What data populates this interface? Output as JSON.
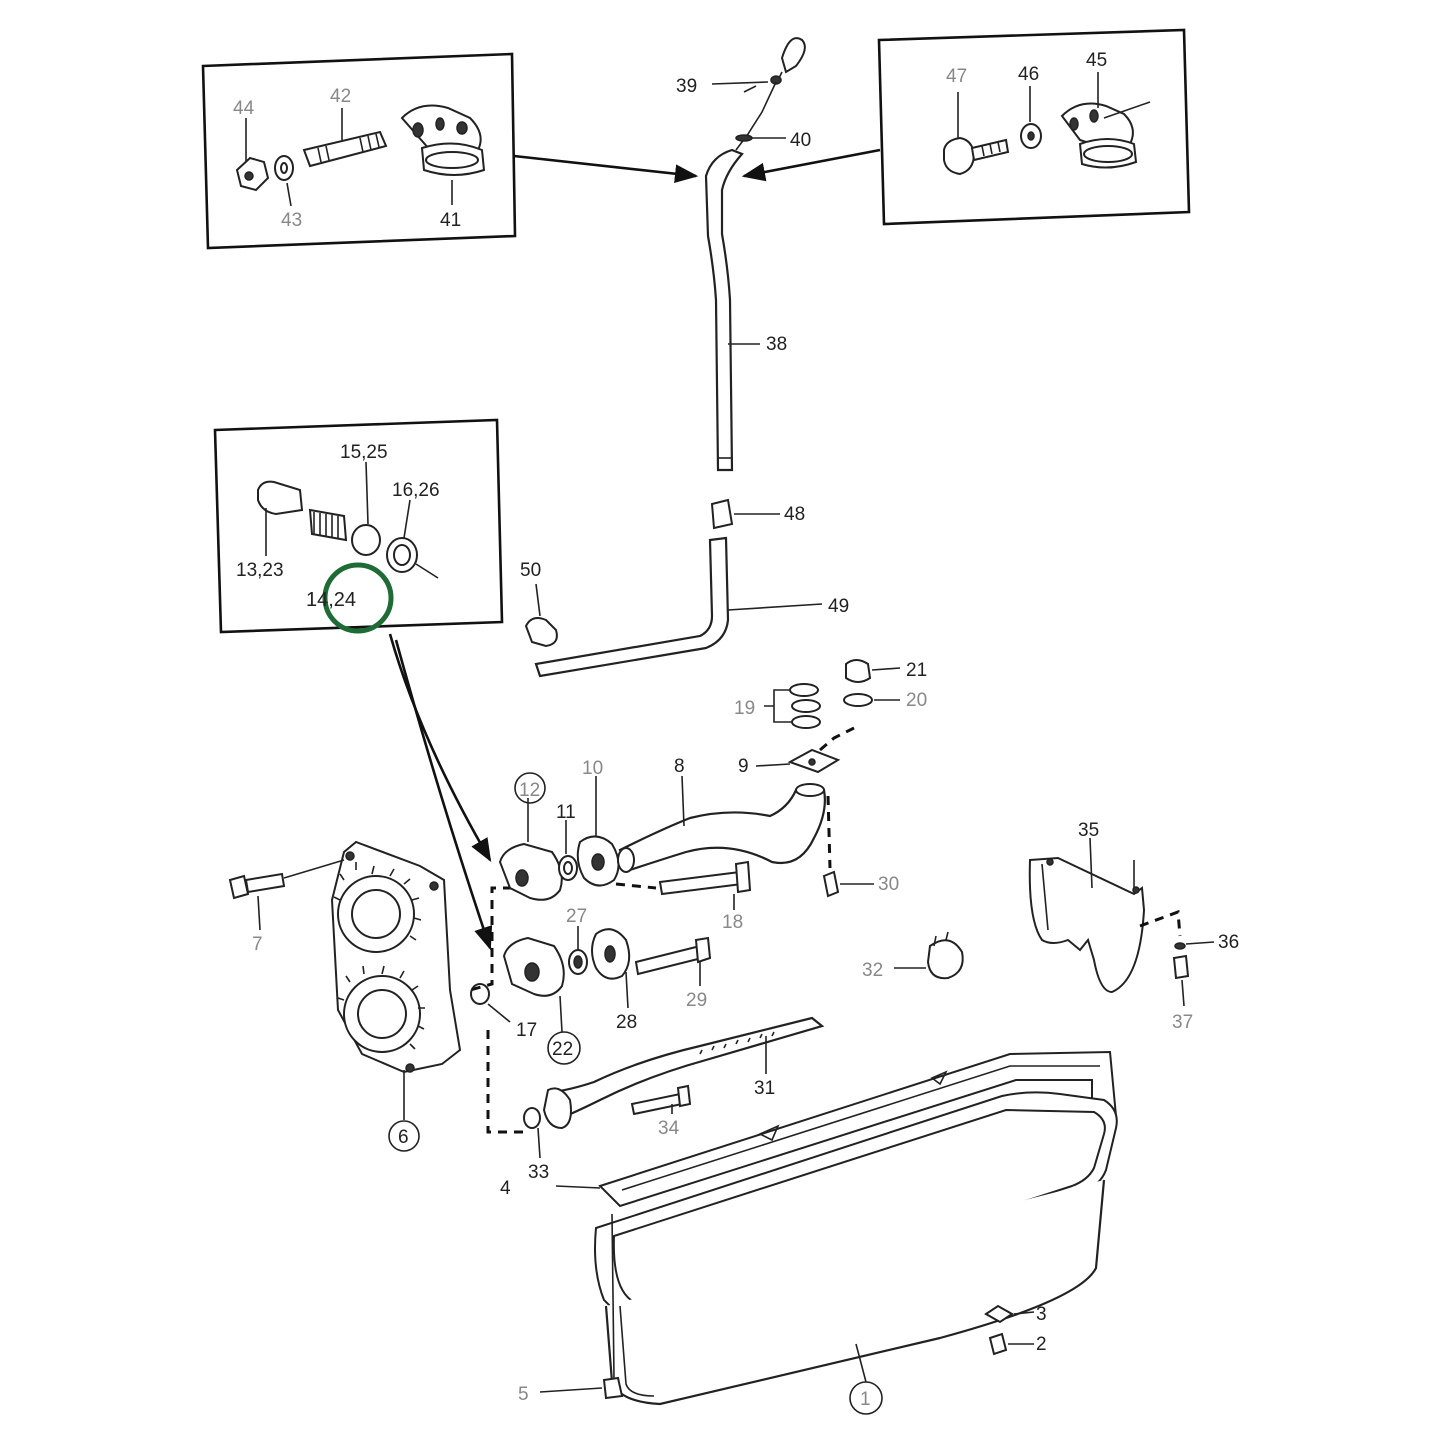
{
  "highlight": {
    "label": "14,24",
    "color": "#1f6b35"
  },
  "callouts": {
    "c1": "1",
    "c2": "2",
    "c3": "3",
    "c4": "4",
    "c5": "5",
    "c6": "6",
    "c7": "7",
    "c8": "8",
    "c9": "9",
    "c10": "10",
    "c11": "11",
    "c12": "12",
    "c13_23": "13,23",
    "c15_25": "15,25",
    "c16_26": "16,26",
    "c17": "17",
    "c18": "18",
    "c19": "19",
    "c20": "20",
    "c21": "21",
    "c22": "22",
    "c27": "27",
    "c28": "28",
    "c29": "29",
    "c30": "30",
    "c31": "31",
    "c32": "32",
    "c33": "33",
    "c34": "34",
    "c35": "35",
    "c36": "36",
    "c37": "37",
    "c38": "38",
    "c39": "39",
    "c40": "40",
    "c41": "41",
    "c42": "42",
    "c43": "43",
    "c44": "44",
    "c45": "45",
    "c46": "46",
    "c47": "47",
    "c48": "48",
    "c49": "49",
    "c50": "50"
  }
}
